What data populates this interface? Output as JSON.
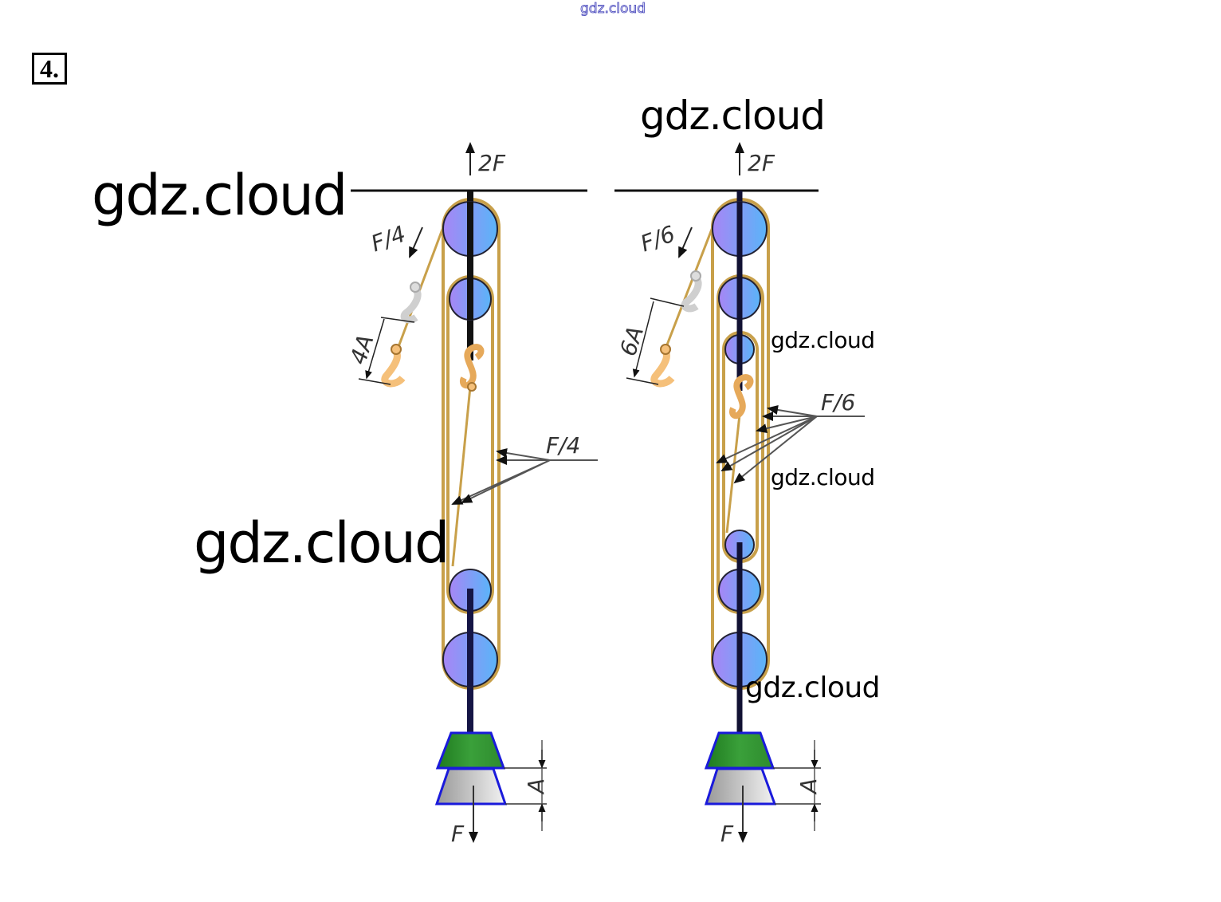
{
  "header": {
    "watermark_top": "gdz.cloud",
    "problem_number": "4."
  },
  "watermarks": [
    "gdz.cloud",
    "gdz.cloud",
    "gdz.cloud",
    "gdz.cloud",
    "gdz.cloud",
    "gdz.cloud",
    "gdz.cloud"
  ],
  "left_system": {
    "top_force": "2F",
    "rope_force": "F/4",
    "rope_displacement": "4A",
    "side_force": "F/4",
    "load_displacement": "A",
    "load_force": "F"
  },
  "right_system": {
    "top_force": "2F",
    "rope_force": "F/6",
    "rope_displacement": "6A",
    "side_force": "F/6",
    "load_displacement": "A",
    "load_force": "F"
  },
  "colors": {
    "rope": "#c8a04a",
    "pulley_left": "#9b87f5",
    "pulley_right": "#5aaaf5",
    "axle": "#111133",
    "load_top": "#2e8b2e",
    "load_bottom": "#c8c8c8",
    "load_outline": "#1a1adb",
    "hook": "#f5c07a"
  }
}
